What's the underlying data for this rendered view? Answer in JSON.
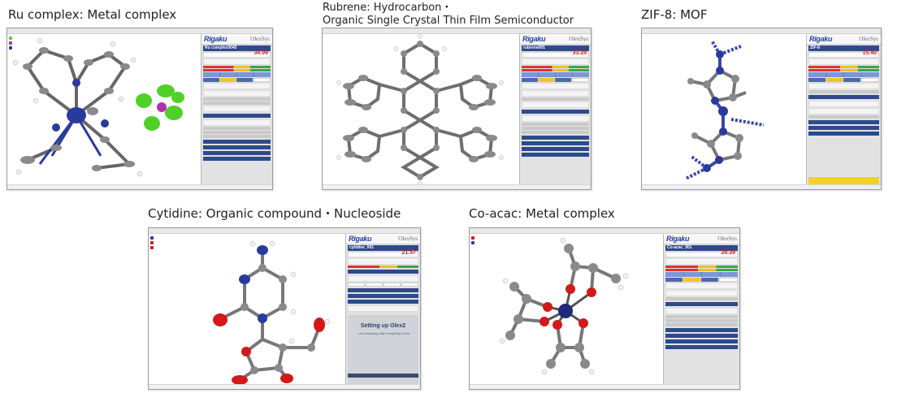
{
  "captions": {
    "ru": "Ru complex: Metal complex",
    "rubrene_line1": "Rubrene: Hydrocarbon・",
    "rubrene_line2": "Organic Single Crystal Thin Film Semiconductor",
    "zif": "ZIF-8: MOF",
    "cytidine": "Cytidine: Organic compound・Nucleoside",
    "coacac": "Co-acac: Metal complex"
  },
  "app": {
    "brand": "Rigaku",
    "product": "OlexSys"
  },
  "screens": [
    {
      "id": "ru",
      "structure_name": "Ru complex0045",
      "r_factor": "34.99"
    },
    {
      "id": "rubrene",
      "structure_name": "rubrene001",
      "r_factor": "33.28"
    },
    {
      "id": "zif",
      "structure_name": "ZIF-8",
      "r_factor": "15.40"
    },
    {
      "id": "cytidine",
      "structure_name": "cytidine_001",
      "r_factor": "21.57",
      "splash_title": "Setting up Olex2",
      "splash_sub": "...and checking that everything is fine"
    },
    {
      "id": "coacac",
      "structure_name": "Co-acac_001",
      "r_factor": "28.39"
    }
  ],
  "colors": {
    "panel_blue": "#2e4a8c",
    "carbon": "#8a8a8e",
    "nitrogen": "#2a3a9c",
    "oxygen": "#d21a1a",
    "fluorine": "#4fd12a",
    "boron_or_p": "#b030b0",
    "cobalt": "#1f2a78",
    "hydrogen": "#f2f2f2"
  }
}
